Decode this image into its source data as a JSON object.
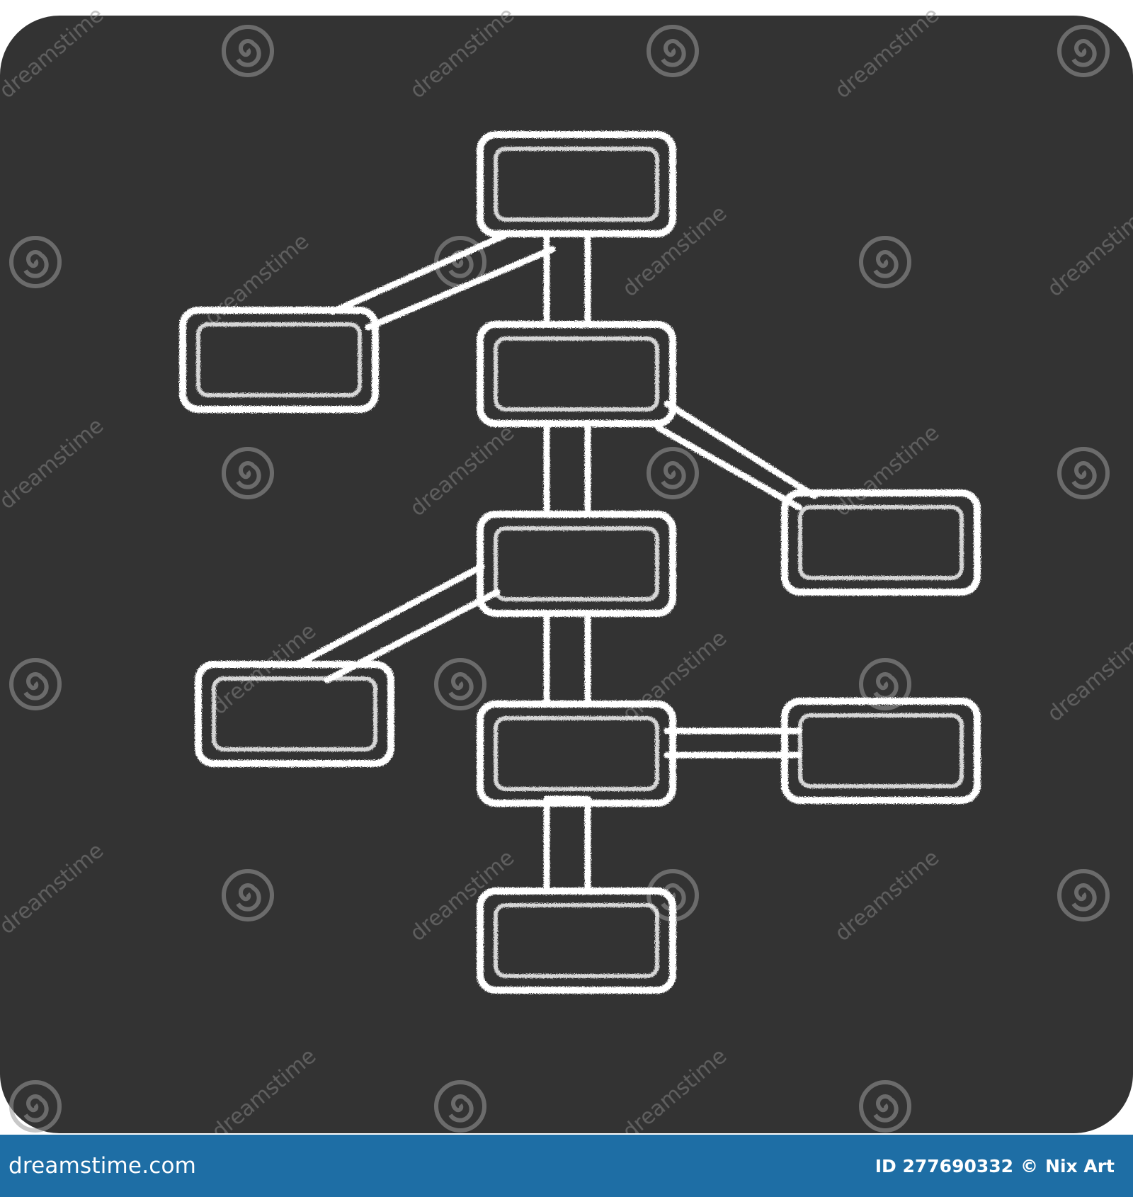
{
  "icon": {
    "name": "hierarchy-diagram-icon",
    "style": "chalk",
    "background_color": "#333333",
    "stroke_color": "#ffffff"
  },
  "watermark": {
    "text": "dreamstime",
    "icon": "spiral-logo-icon"
  },
  "footer": {
    "site": "dreamstime.com",
    "id_label": "ID 277690332",
    "separator": "©",
    "author": "Nix Art",
    "color": "#1e6ea5"
  }
}
